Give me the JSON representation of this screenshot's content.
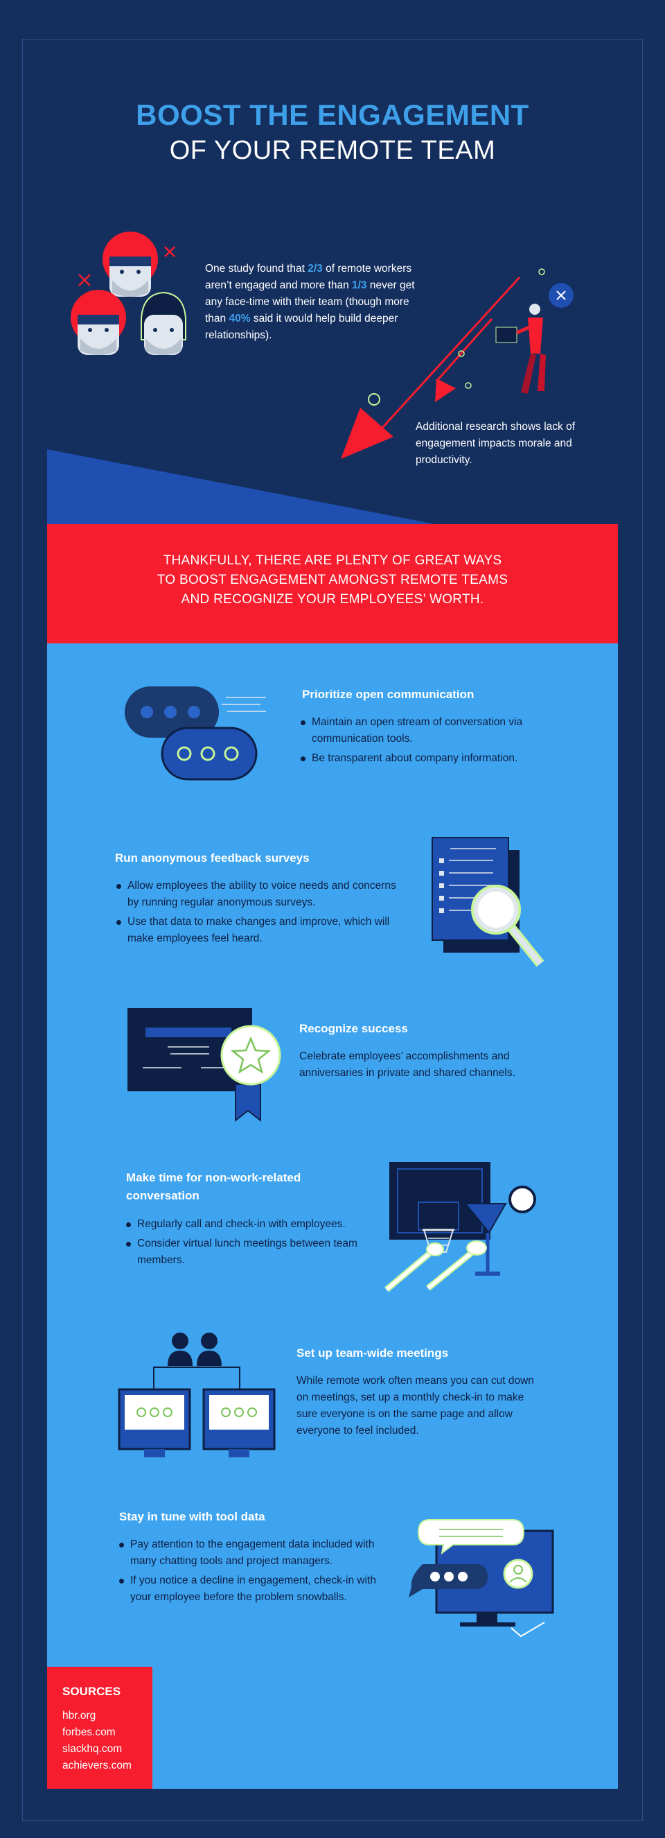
{
  "header": {
    "title_line1": "BOOST THE ENGAGEMENT",
    "title_line2": "OF YOUR REMOTE TEAM"
  },
  "intro": {
    "p1": "One study found that ",
    "h1": "2/3",
    "p2": " of remote workers aren’t engaged and more than ",
    "h2": "1/3",
    "p3": " never get any face-time with their team (though more than ",
    "h3": "40%",
    "p4": " said it would help build deeper relationships).",
    "research": "Additional research shows lack of engagement impacts morale and productivity."
  },
  "banner": {
    "line1": "THANKFULLY, THERE ARE PLENTY OF GREAT WAYS",
    "line2": "TO BOOST ENGAGEMENT AMONGST REMOTE TEAMS",
    "line3": "AND RECOGNIZE YOUR EMPLOYEES’ WORTH."
  },
  "sections": {
    "communication": {
      "title": "Prioritize open communication",
      "bullets": [
        "Maintain an open stream of conversation via communication tools.",
        "Be transparent about company information."
      ]
    },
    "surveys": {
      "title": "Run anonymous feedback surveys",
      "bullets": [
        "Allow employees the ability to voice needs and concerns by running regular anonymous surveys.",
        "Use that data to make changes and improve, which will make employees feel heard."
      ]
    },
    "success": {
      "title": "Recognize success",
      "body": "Celebrate employees’ accomplishments and anniversaries in private and shared channels."
    },
    "nonwork": {
      "title": "Make time for non-work-related conversation",
      "bullets": [
        "Regularly call and check-in with employees.",
        "Consider virtual lunch meetings between team members."
      ]
    },
    "meetings": {
      "title": "Set up team-wide meetings",
      "body": "While remote work often means you can cut down on meetings, set up a monthly check-in to make sure everyone is on the same page and allow everyone to feel included."
    },
    "tooldata": {
      "title": "Stay in tune with tool data",
      "bullets": [
        "Pay attention to the engagement data included with many chatting tools and project managers.",
        "If you notice a decline in engagement, check-in with your employee before the problem snowballs."
      ]
    }
  },
  "sources": {
    "heading": "SOURCES",
    "items": [
      "hbr.org",
      "forbes.com",
      "slackhq.com",
      "achievers.com"
    ]
  },
  "colors": {
    "navy": "#142e5e",
    "panel_blue": "#3fa4ef",
    "accent_blue": "#3fa0ea",
    "red": "#f61d2e",
    "dark_text": "#0d1f45",
    "lime": "#c8f59a"
  }
}
